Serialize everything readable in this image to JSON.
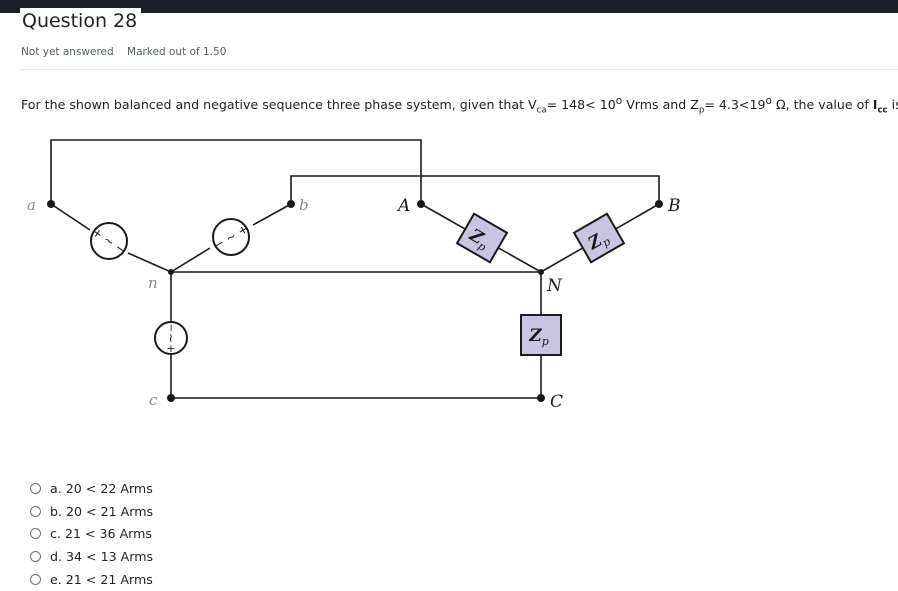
{
  "question": {
    "title": "Question 28",
    "status": "Not yet answered",
    "marks": "Marked out of 1.50",
    "text_intro": "For the shown balanced and negative sequence three phase system, given that V",
    "v_sub": "ca",
    "text_mid1": "= 148< 10",
    "deg": "o",
    "text_mid2": " Vrms and Z",
    "z_sub": "p",
    "text_mid3": "= 4.3<19",
    "text_mid4": " Ω, the value of ",
    "i_main": "I",
    "i_sub": "cc",
    "text_end": " is:"
  },
  "circuit": {
    "labels": {
      "a": "a",
      "b": "b",
      "c": "c",
      "n": "n",
      "A": "A",
      "B": "B",
      "C": "C",
      "N": "N"
    },
    "impedance_main": "Z",
    "impedance_sub": "p",
    "source_ab_text": "+ ∼ −",
    "source_bn_text": "− ∼ +",
    "source_c_plus": "+",
    "source_c_tilde": "∼",
    "source_c_minus": "−",
    "line_color": "#1a1a1a",
    "impedance_fill": "#c8c4e2"
  },
  "options": [
    {
      "letter": "a.",
      "value": "20 < 22 Arms"
    },
    {
      "letter": "b.",
      "value": "20 < 21 Arms"
    },
    {
      "letter": "c.",
      "value": "21 < 36 Arms"
    },
    {
      "letter": "d.",
      "value": "34 < 13 Arms"
    },
    {
      "letter": "e.",
      "value": "21 < 21 Arms"
    }
  ]
}
